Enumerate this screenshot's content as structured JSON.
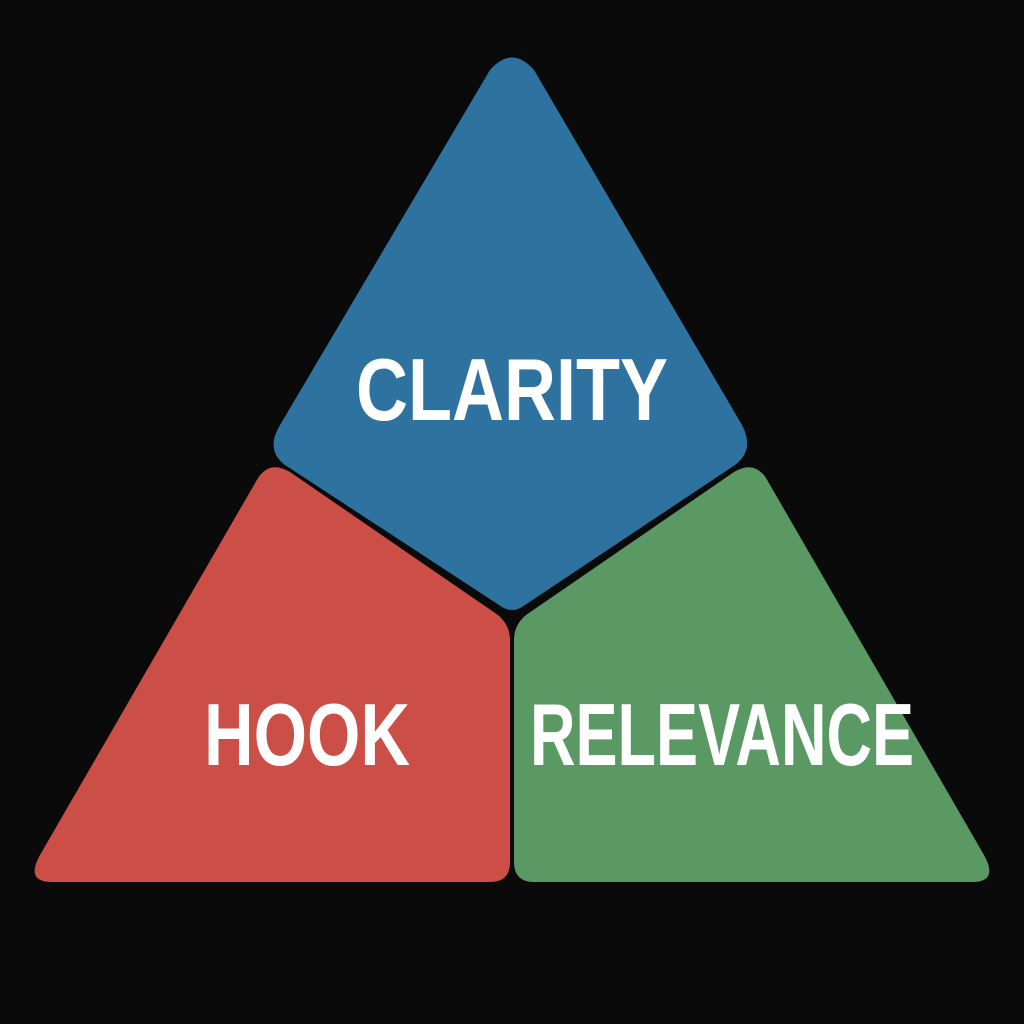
{
  "segments": {
    "top": {
      "label": "CLARITY",
      "color": "#2e73a0"
    },
    "left": {
      "label": "HOOK",
      "color": "#cb4f47"
    },
    "right": {
      "label": "RELEVANCE",
      "color": "#5a9963"
    }
  }
}
